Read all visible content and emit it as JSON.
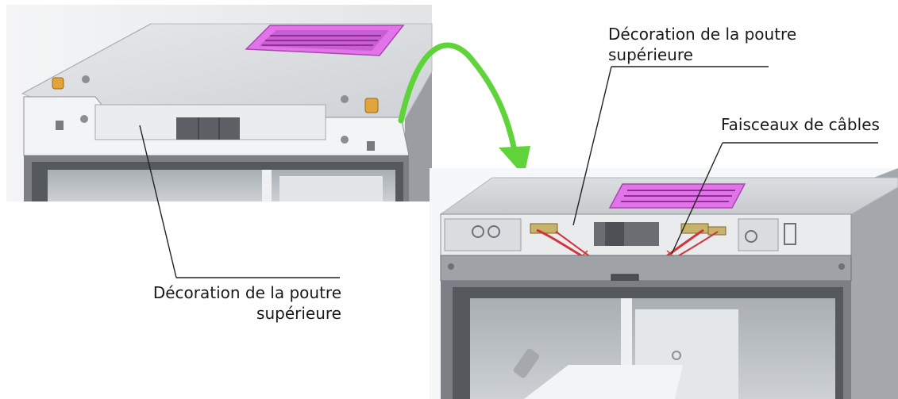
{
  "callouts": {
    "top_right": {
      "line1": "Décoration de la poutre",
      "line2": "supérieure"
    },
    "cables": {
      "line1": "Faisceaux de câbles"
    },
    "bottom_left": {
      "line1": "Décoration de la poutre",
      "line2": "supérieure"
    }
  },
  "colors": {
    "arrow": "#5ed43a",
    "vent": "#e273e8",
    "wire": "#d3343c",
    "cabinet": "#c9cbcf",
    "frame": "#6e7278"
  }
}
